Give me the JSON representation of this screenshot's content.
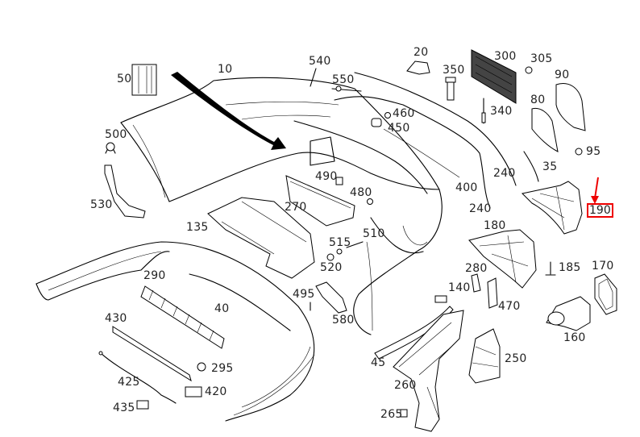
{
  "diagram": {
    "title": "Rear bumper exploded parts diagram",
    "highlight_color": "#e00000",
    "highlighted_part": "190",
    "labels": {
      "p10": "10",
      "p20": "20",
      "p35": "35",
      "p40": "40",
      "p45": "45",
      "p50": "50",
      "p80": "80",
      "p90": "90",
      "p95": "95",
      "p135": "135",
      "p140": "140",
      "p160": "160",
      "p170": "170",
      "p180": "180",
      "p185": "185",
      "p190": "190",
      "p240a": "240",
      "p240b": "240",
      "p250": "250",
      "p260": "260",
      "p265": "265",
      "p270": "270",
      "p280": "280",
      "p290": "290",
      "p295": "295",
      "p300": "300",
      "p305": "305",
      "p340": "340",
      "p350": "350",
      "p400": "400",
      "p420": "420",
      "p425": "425",
      "p430": "430",
      "p435": "435",
      "p450": "450",
      "p460": "460",
      "p470": "470",
      "p480": "480",
      "p490": "490",
      "p495": "495",
      "p500": "500",
      "p510": "510",
      "p515": "515",
      "p520": "520",
      "p530": "530",
      "p540": "540",
      "p550": "550",
      "p580": "580"
    }
  }
}
